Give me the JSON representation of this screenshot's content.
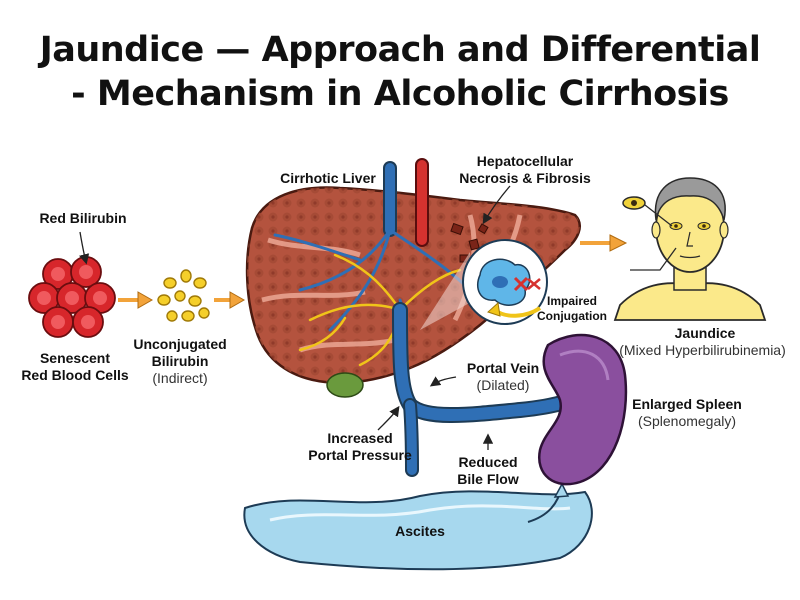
{
  "title": {
    "line1": "Jaundice — Approach and Differential",
    "line2": "- Mechanism in Alcoholic Cirrhosis"
  },
  "labels": {
    "red_bilirubin": "Red Bilirubin",
    "senescent_line1": "Senescent",
    "senescent_line2": "Red Blood Cells",
    "unconjugated_line1": "Unconjugated",
    "unconjugated_line2": "Bilirubin",
    "unconjugated_sub": "(Indirect)",
    "cirrhotic_liver": "Cirrhotic Liver",
    "necrosis_line1": "Hepatocellular",
    "necrosis_line2": "Necrosis & Fibrosis",
    "impaired_line1": "Impaired",
    "impaired_line2": "Conjugation",
    "jaundice": "Jaundice",
    "jaundice_sub": "(Mixed Hyperbilirubinemia)",
    "portal_vein": "Portal Vein",
    "portal_vein_sub": "(Dilated)",
    "increased_line1": "Increased",
    "increased_line2": "Portal Pressure",
    "reduced_line1": "Reduced",
    "reduced_line2": "Bile Flow",
    "spleen": "Enlarged Spleen",
    "spleen_sub": "(Splenomegaly)",
    "ascites": "Ascites"
  },
  "colors": {
    "liver": "#b4533e",
    "liver_dark": "#8f3a2a",
    "fibrosis": "#e39a87",
    "portal_vein": "#2f6fb5",
    "artery": "#d5322f",
    "bile_duct": "#f0c419",
    "rbc": "#d7262b",
    "bilirubin": "#f5cf2a",
    "skin": "#fbe98a",
    "spleen": "#8a4f9e",
    "ascites": "#9fd3ea",
    "arrow": "#f2a33a"
  }
}
